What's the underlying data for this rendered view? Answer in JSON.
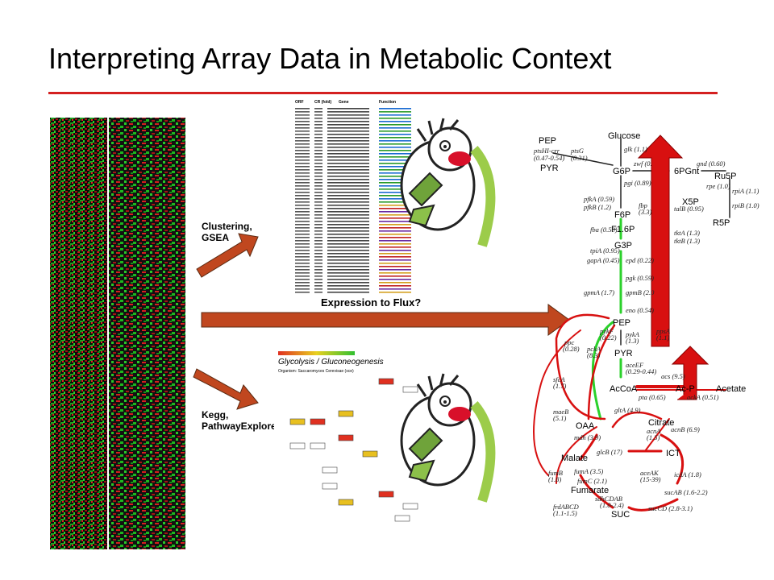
{
  "slide": {
    "title": "Interpreting Array Data in Metabolic Context"
  },
  "labels": {
    "clustering": "Clustering,",
    "gsea": "GSEA",
    "flux": "Expression to Flux?",
    "kegg": "Kegg,",
    "pathway": "PathwayExplorer"
  },
  "gene_table": {
    "headers": [
      "ORF",
      "CR (fold)",
      "Gene",
      "Function"
    ]
  },
  "glycolysis_map": {
    "title": "Glycolysis / Gluconeogenesis",
    "organism": "Organism: Saccaromyces Cerevisae (sce)"
  },
  "pathway": {
    "metabolites": [
      "Glucose",
      "PEP",
      "PYR",
      "G6P",
      "6PGnt",
      "Ru5P",
      "X5P",
      "R5P",
      "F6P",
      "F1.6P",
      "G3P",
      "PEP",
      "PYR",
      "AcCoA",
      "Ac-P",
      "Acetate",
      "OAA",
      "Citrate",
      "ICT",
      "Malate",
      "Fumarate",
      "SUC"
    ],
    "enzymes": {
      "ptsHI": "ptsHI-crr",
      "ptsHI_v": "(0.47-0.54)",
      "ptsG": "ptsG",
      "ptsG_v": "(0.31)",
      "glk": "glk (1.1)",
      "zwf": "zwf (0.",
      "gnd": "gnd (0.60)",
      "pgi": "pgi (0.89)",
      "rpe": "rpe (1.0)",
      "rpiA": "rpiA (1.1)",
      "rpiB": "rpiB (1.0)",
      "pfkA": "pfkA (0.59)",
      "pfkB": "pfkB (1.2)",
      "fbp": "fbp",
      "fbp_v": "(3.3)",
      "talB": "talB (0.95)",
      "tktA": "tktA (1.3)",
      "tktB": "tktB (1.3)",
      "fba": "fba (0.50)",
      "tpiA": "tpiA (0.95)",
      "gapA": "gapA (0.45)",
      "epd": "epd (0.22)",
      "pgk": "pgk (0.59)",
      "gpmA": "gpmA (1.7)",
      "gpmB": "gpmB (2.0",
      "eno": "eno (0.54)",
      "pykF": "pykF",
      "pykF_v": "(0.22)",
      "pykA": "pykA",
      "pykA_v": "(1.3)",
      "ppsA": "ppsA",
      "ppsA_v": "(1.1)",
      "ppc": "ppc",
      "ppc_v": "(0.28)",
      "pckA": "pckA",
      "pckA_v": "(8.3)",
      "aceEF": "aceEF",
      "aceEF_v": "(0.29-0.44)",
      "acs": "acs (9.5)",
      "pta": "pta (0.65)",
      "ackA": "ackA (0.51)",
      "sfcA": "sfcA",
      "sfcA_v": "(1.7)",
      "maeB": "maeB",
      "maeB_v": "(5.1)",
      "gltA": "gltA (4.9)",
      "mdh": "mdh (3.9)",
      "acnA": "acnA",
      "acnA_v": "(1.5)",
      "acnB": "acnB (6.9)",
      "glcB": "glcB (17)",
      "aceAK": "aceAK",
      "aceAK_v": "(15-39)",
      "icdA": "icdA (1.8)",
      "fumA": "fumA (3.5)",
      "fumC": "fumC (2.1)",
      "fumB": "fumB",
      "fumB_v": "(1.8)",
      "sdhCDAB": "sdhCDAB",
      "sdhCDAB_v": "(1.0-2.4)",
      "sucAB": "sucAB (1.6-2.2)",
      "frdABCD": "frdABCD",
      "frdABCD_v": "(1.1-1.5)",
      "sucCD": "sucCD (2.8-3.1)"
    }
  }
}
